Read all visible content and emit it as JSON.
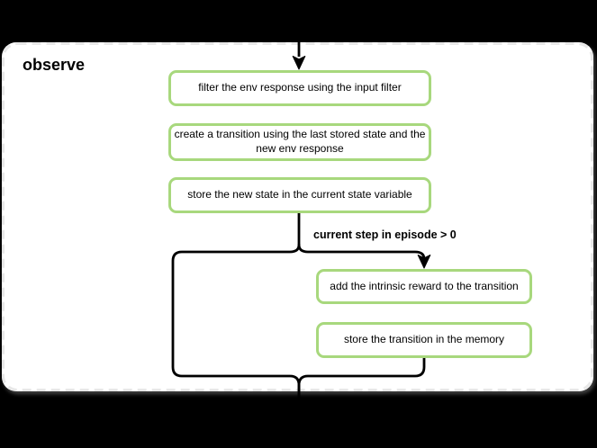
{
  "diagram": {
    "group_label": "observe",
    "nodes": [
      {
        "id": "filter-env-response",
        "label": "filter the env response using the input filter"
      },
      {
        "id": "create-transition",
        "label": "create a transition using the last stored state and the\nnew env response"
      },
      {
        "id": "store-new-state",
        "label": "store the new state in the current state variable"
      },
      {
        "id": "add-intrinsic-reward",
        "label": "add the intrinsic reward to the transition"
      },
      {
        "id": "store-transition-memory",
        "label": "store the transition in the memory"
      }
    ],
    "condition_label": "current step in episode > 0",
    "colors": {
      "background": "#000000",
      "container_fill": "#ffffff",
      "container_border": "#e8e8e8",
      "node_border": "#a8d87d",
      "node_fill": "#ffffff",
      "flow_line": "#000000",
      "text": "#000000"
    }
  }
}
